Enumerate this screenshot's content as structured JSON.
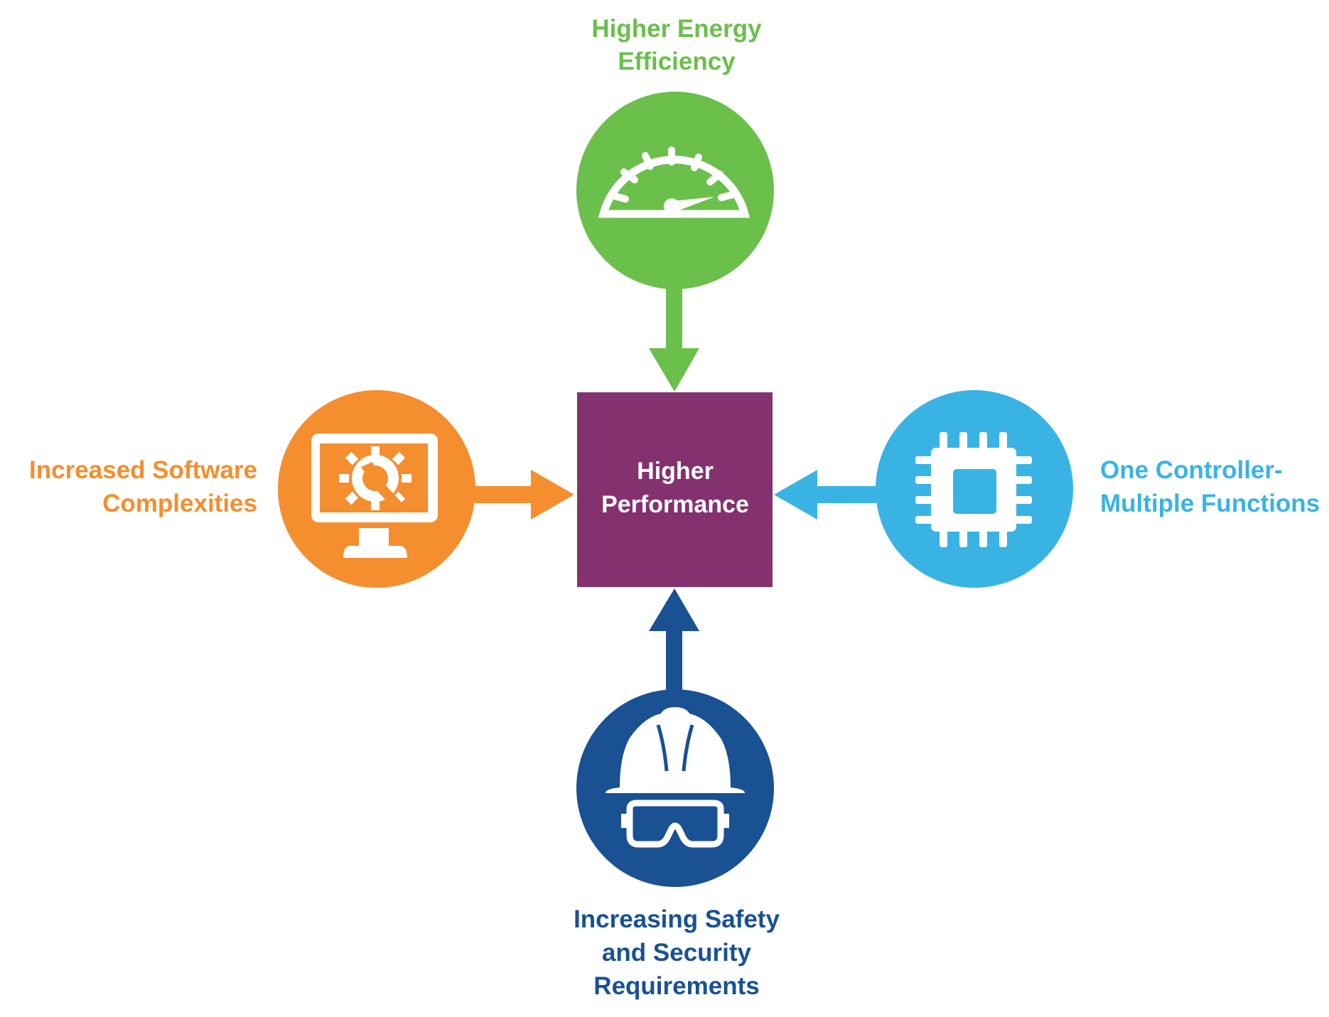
{
  "diagram": {
    "center": {
      "lines": [
        "Higher",
        "Performance"
      ],
      "color": "#84316F"
    },
    "nodes": [
      {
        "id": "top",
        "lines": [
          "Higher Energy",
          "Efficiency"
        ],
        "color": "#6BBF4B",
        "icon": "speedometer-icon"
      },
      {
        "id": "left",
        "lines": [
          "Increased Software",
          "Complexities"
        ],
        "color": "#F48E2E",
        "icon": "monitor-gear-wrench-icon"
      },
      {
        "id": "right",
        "lines": [
          "One Controller-",
          "Multiple Functions"
        ],
        "color": "#39B3E4",
        "icon": "microchip-icon"
      },
      {
        "id": "bottom",
        "lines": [
          "Increasing Safety",
          "and Security",
          "Requirements"
        ],
        "color": "#195193",
        "icon": "hardhat-goggles-icon"
      }
    ]
  }
}
